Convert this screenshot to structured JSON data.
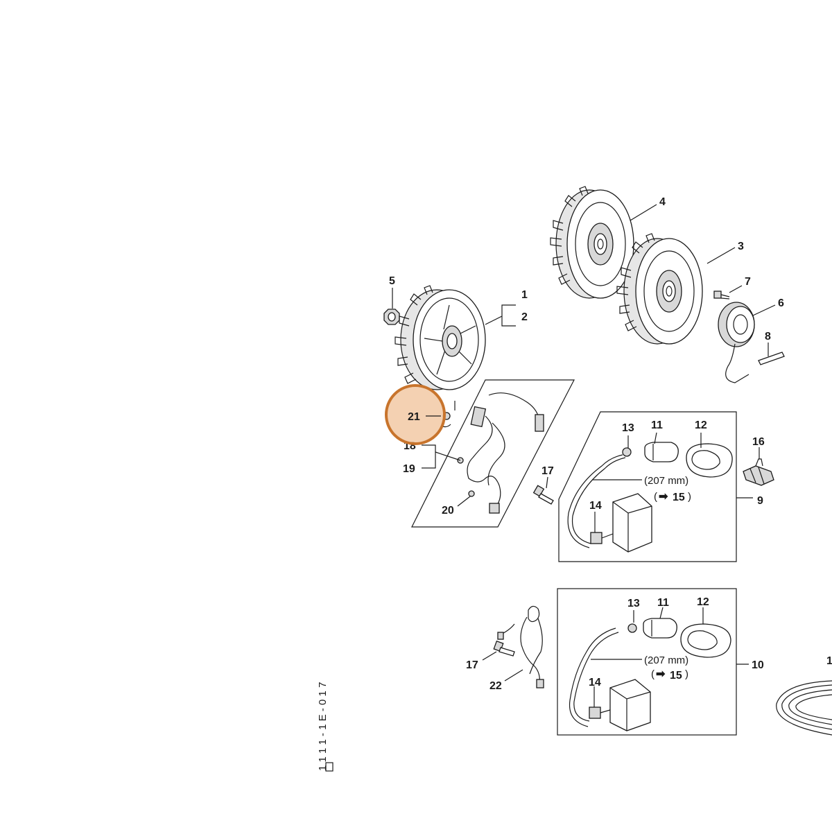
{
  "callouts": {
    "c1": "1",
    "c2": "2",
    "c3": "3",
    "c4": "4",
    "c5": "5",
    "c6": "6",
    "c7": "7",
    "c8": "8",
    "c9": "9",
    "c10": "10",
    "c11a": "11",
    "c11b": "11",
    "c12a": "12",
    "c12b": "12",
    "c13a": "13",
    "c13b": "13",
    "c14a": "14",
    "c14b": "14",
    "c16": "16",
    "c17a": "17",
    "c17b": "17",
    "c18": "18",
    "c19": "19",
    "c20": "20",
    "c21": "21",
    "c22": "22"
  },
  "notes": {
    "length_a": "(207 mm)",
    "ref_a": "15",
    "length_b": "(207 mm)",
    "ref_b": "15",
    "arrow_glyph": "➡"
  },
  "highlight": {
    "label": "21",
    "color": "#c8742c",
    "fill": "#f2c9a4"
  },
  "colors": {
    "line": "#1a1a1a",
    "background": "#ffffff"
  }
}
